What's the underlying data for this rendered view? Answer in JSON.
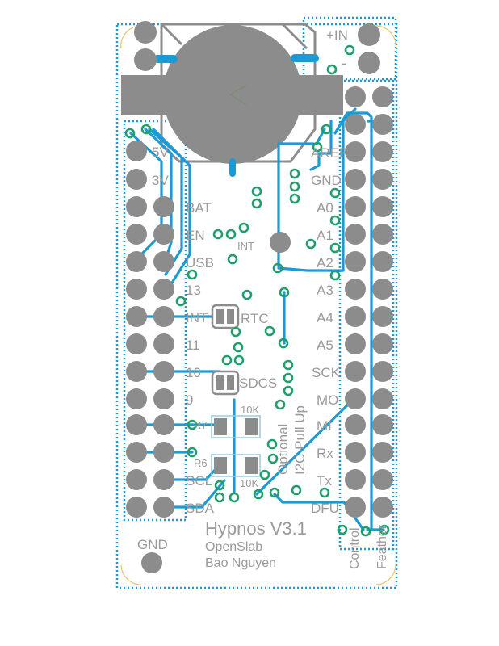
{
  "board": {
    "title": "Hypnos V3.1",
    "org": "OpenSlab",
    "author": "Bao Nguyen",
    "colors": {
      "trace": "#1a9ad6",
      "pad": "#8c8c8c",
      "via": "#1e9f6b",
      "silk": "#9a9a9a",
      "outline": "#1a9ad6"
    }
  },
  "top_header": {
    "plus_in": "+IN",
    "minus": "-"
  },
  "left_labels": {
    "v5": "5V",
    "v3": "3V",
    "bat": "BAT",
    "en": "EN",
    "usb": "USB",
    "p13": "13",
    "int": "INT",
    "p11": "11",
    "p10": "10",
    "p9": "9",
    "scl": "SCL",
    "sda": "SDA",
    "gnd": "GND"
  },
  "right_labels": {
    "aref": "AREF",
    "gnd": "GND",
    "a0": "A0",
    "a1": "A1",
    "a2": "A2",
    "a3": "A3",
    "a4": "A4",
    "a5": "A5",
    "sck": "SCK",
    "mo": "MO",
    "mi": "MI",
    "rx": "Rx",
    "tx": "Tx",
    "dfu": "DFU"
  },
  "center_labels": {
    "int_small": "INT",
    "rtc": "RTC",
    "sdcs": "SDCS",
    "r7": "R7",
    "r6": "R6",
    "r_top_value": "10K",
    "r_bottom_value": "10K",
    "optional": "Optional",
    "i2c_pullup": "I2C Pull Up"
  },
  "vertical_labels": {
    "control": "Control",
    "feather": "Feather"
  }
}
